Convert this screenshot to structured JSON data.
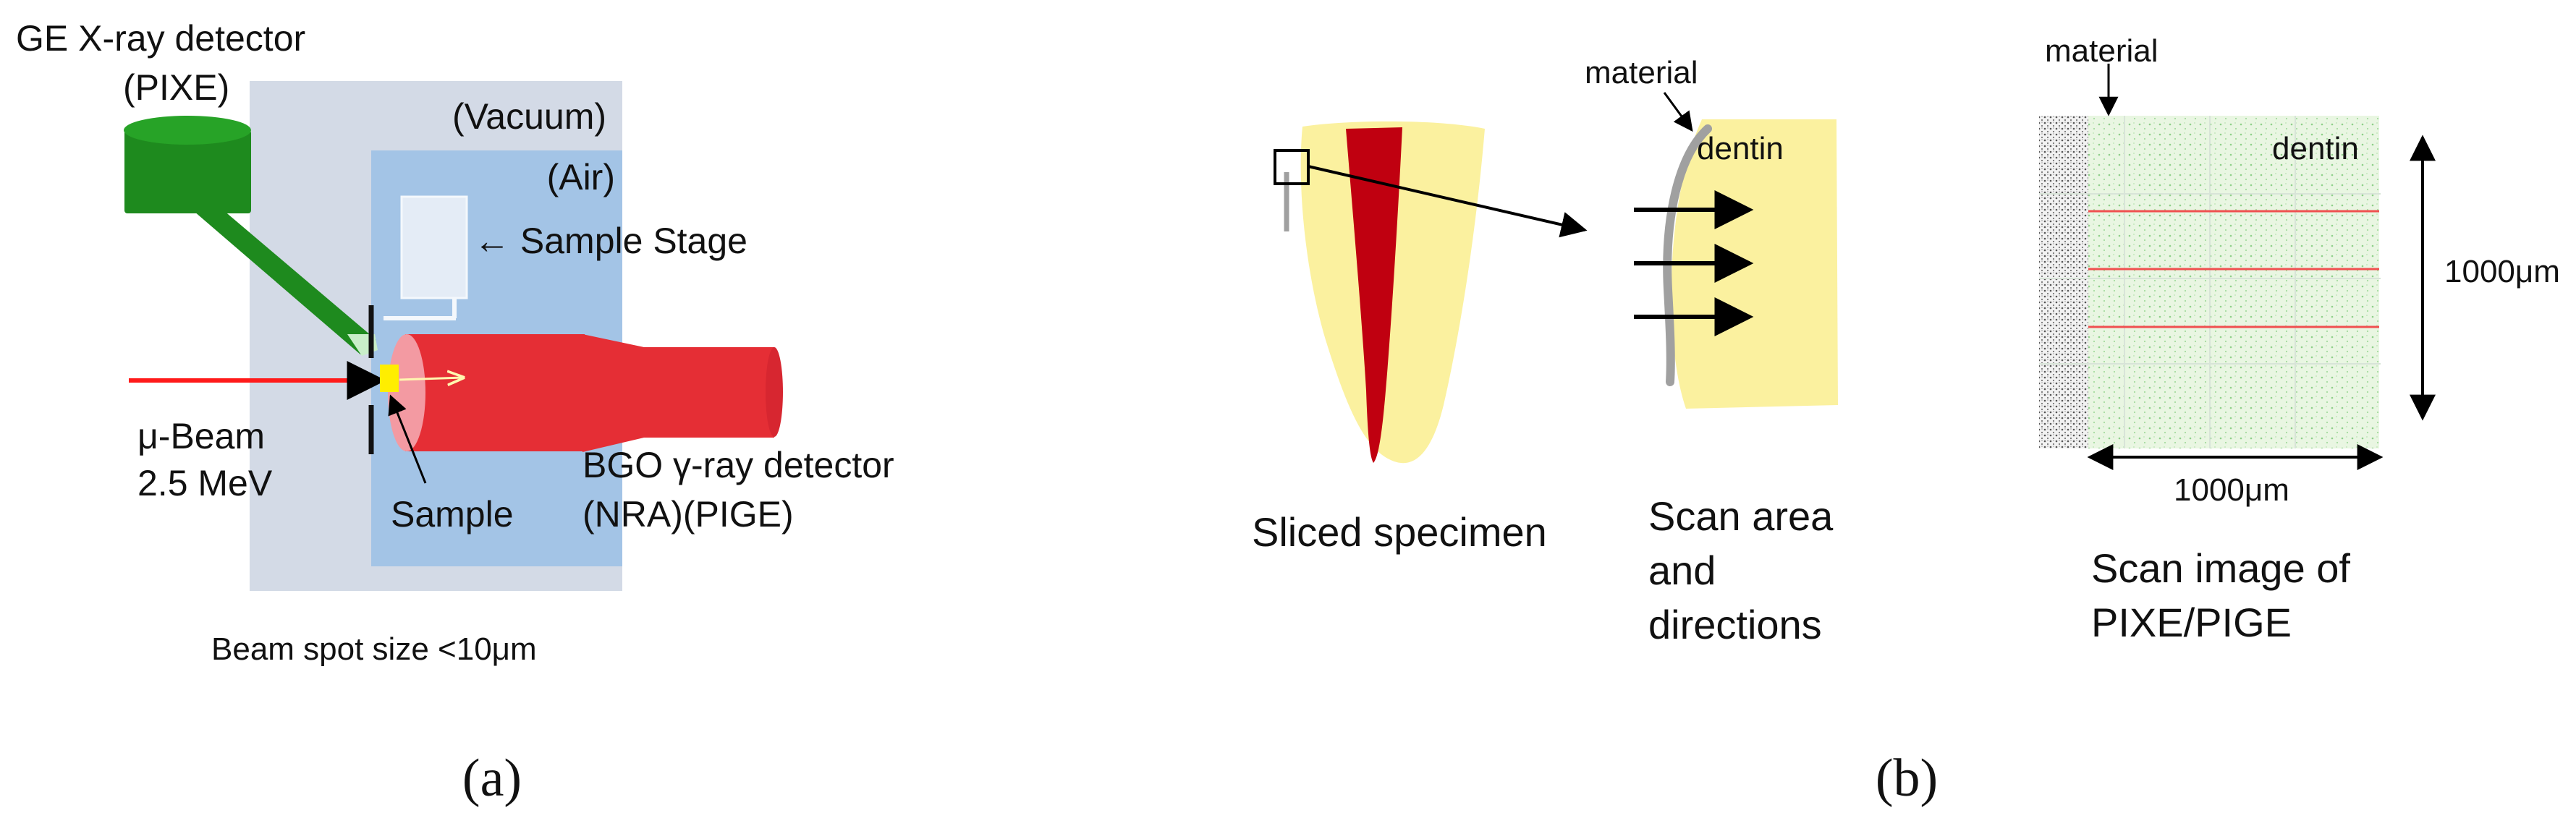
{
  "panel_a": {
    "panel_label": "(a)",
    "ge_detector_line1": "GE X-ray detector",
    "ge_detector_line2": "(PIXE)",
    "vacuum_label": "(Vacuum)",
    "air_label": "(Air)",
    "sample_stage_label": "← Sample Stage",
    "beam_label_line1": "μ-Beam",
    "beam_label_line2": "2.5 MeV",
    "sample_label": "Sample",
    "bgo_line1": "BGO γ-ray detector",
    "bgo_line2": "(NRA)(PIGE)",
    "spot_size": "Beam spot size <10μm"
  },
  "panel_b": {
    "panel_label": "(b)",
    "sliced_specimen": "Sliced specimen",
    "material_label_1": "material",
    "dentin_label_1": "dentin",
    "scan_area_line1": "Scan area",
    "scan_area_line2": "and",
    "scan_area_line3": "directions",
    "material_label_2": "material",
    "dentin_label_2": "dentin",
    "scale_vertical": "1000μm",
    "scale_horizontal": "1000μm",
    "scan_image_line1": "Scan image of",
    "scan_image_line2": "PIXE/PIGE"
  },
  "colors": {
    "vacuum_box": "#d3dae6",
    "air_box": "#a3c4e6",
    "detector_green": "#1e8a1e",
    "bgo_red": "#e52e35",
    "beam_red": "#ff1a1a",
    "sample_yellow": "#ffee00",
    "dentin_yellow": "#fbf19f",
    "pulp_red": "#c00010",
    "material_gray": "#a0a0a0",
    "scan_green": "#e5f5de",
    "scan_line_red": "#f05050"
  }
}
